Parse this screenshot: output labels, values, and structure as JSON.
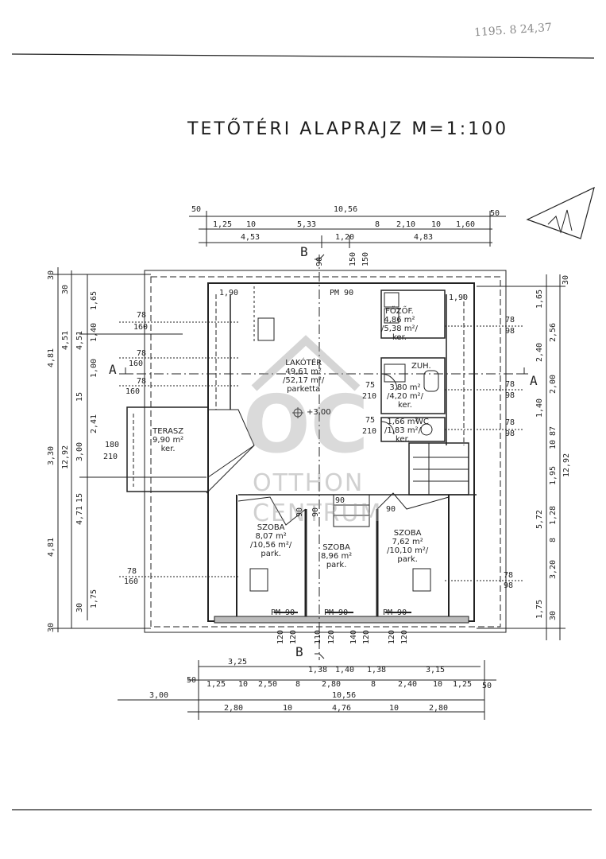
{
  "title": "TETŐTÉRI  ALAPRAJZ  M=1:100",
  "corner_note": "1195. 8 24,37",
  "watermark": {
    "logo": "OC",
    "line1": "OTTHON",
    "line2": "CENTRUM"
  },
  "rooms": {
    "lakoter": {
      "name": "LAKÓTÉR",
      "area": "49,61 m²",
      "area2": "/52,17 m²/",
      "floor": "parketta",
      "level": "+3,00"
    },
    "terasz": {
      "name": "TERASZ",
      "area": "9,90 m²",
      "floor": "ker."
    },
    "fozo": {
      "name": "FŐZŐF.",
      "area": "4,86 m²",
      "area2": "/5,38 m²/",
      "floor": "ker."
    },
    "zuh": {
      "name": "ZUH.",
      "area": "3,80 m²",
      "area2": "/4,20 m²/",
      "floor": "ker."
    },
    "wc": {
      "name": "WC",
      "area": "1,66 m²",
      "area2": "/1,83 m²/",
      "floor": "ker."
    },
    "szoba1": {
      "name": "SZOBA",
      "area": "8,07 m²",
      "area2": "/10,56 m²/",
      "floor": "park."
    },
    "szoba2": {
      "name": "SZOBA",
      "area": "8,96 m²",
      "floor": "park."
    },
    "szoba3": {
      "name": "SZOBA",
      "area": "7,62 m²",
      "area2": "/10,10 m²/",
      "floor": "park."
    }
  },
  "section_marks": {
    "b": "B",
    "a": "A"
  },
  "top_dims": {
    "row1": [
      "50",
      "10,56",
      "50"
    ],
    "row2": [
      "1,25",
      "10",
      "5,33",
      "8",
      "2,10",
      "10",
      "1,60"
    ],
    "row3": [
      "4,53",
      "1,20",
      "4,83"
    ],
    "bm": "1,90",
    "bm_right": "1,90",
    "pm_top": "PM 90",
    "b_dims": [
      "90",
      "150",
      "150"
    ]
  },
  "bottom_dims": {
    "row1": [
      "3,25",
      "1,38",
      "1,40",
      "1,38",
      "3,15"
    ],
    "row2": [
      "50",
      "1,25",
      "10",
      "2,50",
      "8",
      "2,80",
      "8",
      "2,40",
      "10",
      "1,25",
      "50"
    ],
    "row3": [
      "3,00",
      "10,56"
    ],
    "row4": [
      "2,80",
      "10",
      "4,76",
      "10",
      "2,80"
    ],
    "pm": [
      "PM 90",
      "PM 90",
      "PM 90"
    ],
    "under": [
      "120",
      "120",
      "110",
      "140",
      "120",
      "120",
      "120",
      "120"
    ]
  },
  "left_dims": {
    "outer": [
      "30",
      "4,81",
      "3,30",
      "4,81",
      "30"
    ],
    "mid": [
      "30",
      "4,51",
      "12,92",
      "4,71",
      "4,51",
      "30"
    ],
    "inner": [
      "1,65",
      "1,40",
      "1,00",
      "15",
      "2,41",
      "3,00",
      "15",
      "1,75"
    ],
    "window_pairs": [
      [
        "78",
        "160"
      ],
      [
        "78",
        "160"
      ],
      [
        "78",
        "160"
      ],
      [
        "78",
        "160"
      ]
    ],
    "terrace": [
      "180",
      "210"
    ]
  },
  "right_dims": {
    "outer": [
      "30",
      "1,65",
      "2,56",
      "2,40",
      "2,00",
      "1,40",
      "87",
      "10",
      "1,95",
      "5,72",
      "1,28",
      "8",
      "3,20",
      "1,75",
      "30"
    ],
    "total": "12,92",
    "window_pairs": [
      [
        "78",
        "98"
      ],
      [
        "78",
        "98"
      ],
      [
        "78",
        "98"
      ],
      [
        "78",
        "98"
      ]
    ],
    "door_pairs": [
      [
        "75",
        "210"
      ],
      [
        "75",
        "210"
      ]
    ]
  },
  "stair_small": [
    "90",
    "90",
    "90",
    "90"
  ]
}
